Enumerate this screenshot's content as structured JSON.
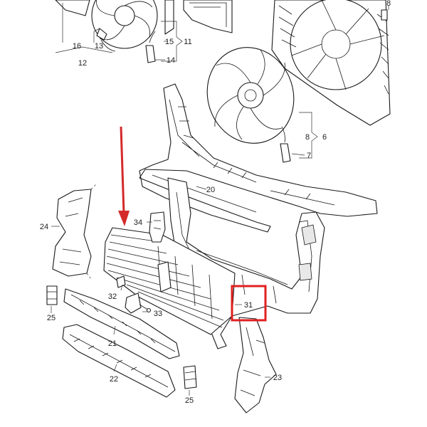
{
  "callouts": {
    "c16": "16",
    "c13": "13",
    "c12": "12",
    "c15": "15",
    "c11": "11",
    "c14": "14",
    "c8a": "8",
    "c8b": "8",
    "c6": "6",
    "c7": "7",
    "c20": "20",
    "c24": "24",
    "c34": "34",
    "c32": "32",
    "c33": "33",
    "c31": "31",
    "c25a": "25",
    "c25b": "25",
    "c21": "21",
    "c22": "22",
    "c23": "23"
  },
  "highlight": {
    "color": "#e02020",
    "target": "31"
  },
  "arrow": {
    "color": "#d42a2a"
  }
}
